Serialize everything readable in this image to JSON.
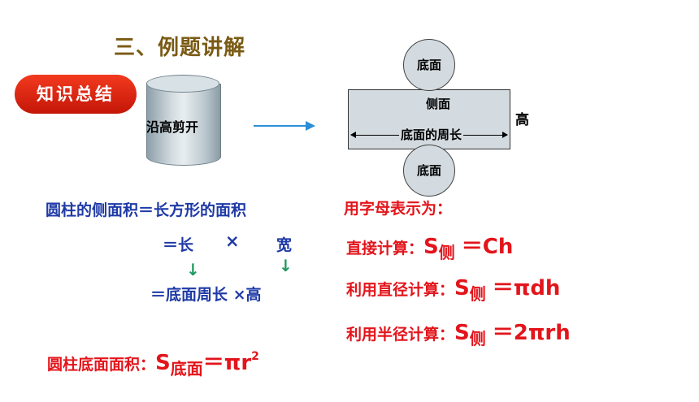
{
  "section_title": "三、例题讲解",
  "badge": "知识总结",
  "diagram": {
    "cut_label": "沿高剪开",
    "top_circle": "底面",
    "bottom_circle": "底面",
    "side_label": "侧面",
    "perimeter_label": "底面的周长",
    "height_label": "高"
  },
  "left_formulas": {
    "line1": "圆柱的侧面积＝长方形的面积",
    "line2_eq": "＝长",
    "line2_times": "×",
    "line2_width": "宽",
    "arrow1": "↓",
    "arrow2": "↓",
    "line3": "＝底面周长 ×高",
    "base_area_label": "圆柱底面面积：",
    "base_area_S": "S",
    "base_area_sub": "底面",
    "base_area_rhs": "＝πr",
    "base_area_sup": "2"
  },
  "right_formulas": {
    "header": "用字母表示为：",
    "rows": [
      {
        "label": "直接计算：",
        "S": "S",
        "sub": "侧",
        "rhs": "＝Ch"
      },
      {
        "label": "利用直径计算：",
        "S": "S",
        "sub": "侧",
        "rhs": "＝πdh"
      },
      {
        "label": "利用半径计算：",
        "S": "S",
        "sub": "侧",
        "rhs": "＝2πrh"
      }
    ]
  },
  "colors": {
    "blue_text": "#1f3aa6",
    "red_text": "#e3141b",
    "title": "#7a5a14",
    "arrow": "#2b8fd6",
    "green_arrow": "#1f9a5e"
  }
}
